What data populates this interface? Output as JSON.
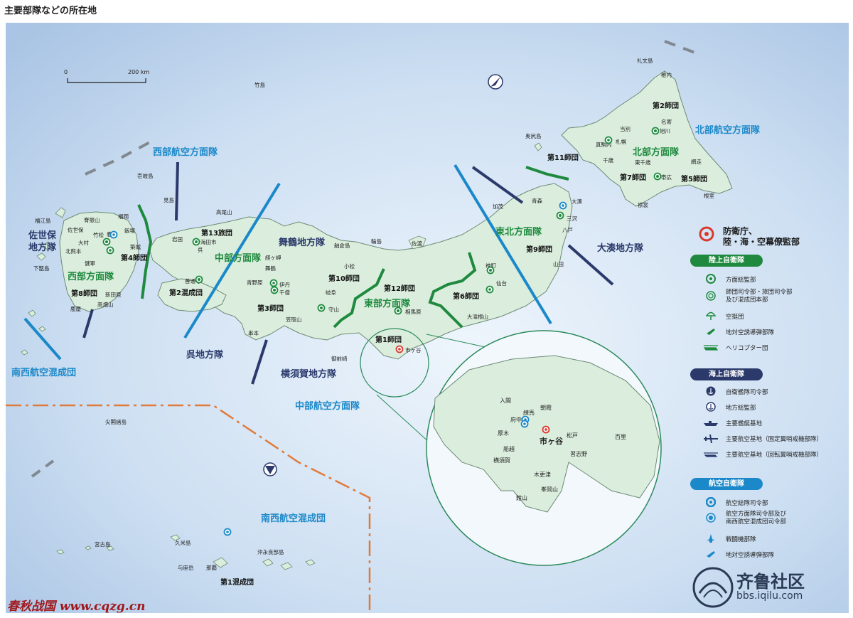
{
  "page_title": "主要部隊などの所在地",
  "scale": {
    "zero": "0",
    "max": "200 km"
  },
  "colors": {
    "sea": "#cfe0f3",
    "land": "#dbeedd",
    "coast": "#6c8a74",
    "gsdf": "#1f8a3f",
    "msdf": "#2b3a6b",
    "asdf": "#1b88c9",
    "boundary": "#e07a3a"
  },
  "regions": {
    "northern_army": "北部方面隊",
    "northeastern_army": "東北方面隊",
    "eastern_army": "東部方面隊",
    "middle_army": "中部方面隊",
    "western_army": "西部方面隊",
    "ominato": "大湊地方隊",
    "maizuru": "舞鶴地方隊",
    "yokosuka": "横須賀地方隊",
    "kure": "呉地方隊",
    "sasebo": "佐世保\n地方隊",
    "northern_air": "北部航空方面隊",
    "western_air": "西部航空方面隊",
    "central_air": "中部航空方面隊",
    "southwest_air_left": "南西航空混成団",
    "southwest_air_center": "南西航空混成団"
  },
  "units": {
    "d2": "第2師団",
    "d5": "第5師団",
    "d7": "第7師団",
    "d11": "第11師団",
    "d9": "第9師団",
    "d6": "第6師団",
    "d12": "第12師団",
    "d1": "第1師団",
    "d10": "第10師団",
    "d3": "第3師団",
    "b13": "第13旅団",
    "d2mixed": "第2混成団",
    "d4": "第4師団",
    "d8": "第8師団",
    "m1": "第1混成団"
  },
  "places": {
    "rebun": "礼文島",
    "wakkanai": "稚内",
    "nayoro": "名寄",
    "asahikawa": "旭川",
    "tobetsu": "当別",
    "makomanai": "真駒内",
    "sapporo": "札幌",
    "chitose": "千歳",
    "higashichitose": "東千歳",
    "obihiro": "帯広",
    "shikaoi": "襟裳",
    "nemuro": "根室",
    "kushiro": "網走",
    "okushiri": "奥尻島",
    "kamo": "加茂",
    "aomori": "青森",
    "ominato_p": "大湊",
    "misawa": "三沢",
    "hachinohe": "八戸",
    "jinmachi": "神町",
    "sendai": "仙台",
    "yamada": "山田",
    "ojojineyama": "大滝根山",
    "sado": "佐渡",
    "wajima": "輪島",
    "komatsu": "小松",
    "soumagahara": "相馬原",
    "ichigaya_map": "市ヶ谷",
    "omaezaki": "御前崎",
    "kyogamisaki": "経ヶ岬",
    "maizuru_p": "舞鶴",
    "aonohara": "青野原",
    "itami": "伊丹",
    "senzo": "千僧",
    "gifu": "岐阜",
    "moriyama": "守山",
    "kasatoriyama": "笠取山",
    "kushimoto": "串本",
    "takaoyama": "高尾山",
    "iwakuni": "岩国",
    "kaitaichi": "海田市",
    "kure_p": "呉",
    "zentsuji": "善通寺",
    "mishima": "見島",
    "iki": "壱岐島",
    "fukue": "福江島",
    "seburiyama": "脊振山",
    "fukuoka": "福岡",
    "sasebo_p": "佐世保",
    "omura": "大村",
    "takeyama": "竹松",
    "kasuga": "春日",
    "iizuka": "飯塚",
    "tsuiki": "築城",
    "kitakumamoto": "北熊本",
    "kengun": "健軍",
    "nyutabaru": "新田原",
    "shimokoshiki": "下甑島",
    "kanoya": "鹿屋",
    "takahatayama": "高畑山",
    "senkaku": "尖閣諸島",
    "miyako": "宮古島",
    "kume": "久米島",
    "yonaguni": "与座岳",
    "naha": "那覇",
    "okinoerabu": "沖永良部島",
    "take": "竹島",
    "hekura": "舳倉島"
  },
  "inset_places": {
    "ichigaya": "市ヶ谷",
    "iruma": "入間",
    "asaka": "朝霞",
    "nerima": "練馬",
    "fuchu": "府中",
    "atsugi": "厚木",
    "funakoshi": "船越",
    "yokosuka": "横須賀",
    "matsudo": "松戸",
    "narashino": "習志野",
    "hyakuri": "百里",
    "kisarazu": "木更津",
    "tateyama": "館山",
    "mineokayama": "峯岡山"
  },
  "legend": {
    "hq_title": "防衛庁、\n陸・海・空幕僚監部",
    "gsdf_title": "陸上自衛隊",
    "gsdf_items": [
      "方面総監部",
      "師団司令部・旅団司令部\n及び混成団本部",
      "空挺団",
      "地対空誘導弾部隊",
      "ヘリコプター団"
    ],
    "msdf_title": "海上自衛隊",
    "msdf_items": [
      "自衛艦隊司令部",
      "地方総監部",
      "主要艦艇基地",
      "主要航空基地（固定翼哨戒機部隊）",
      "主要航空基地（回転翼哨戒機部隊）"
    ],
    "asdf_title": "航空自衛隊",
    "asdf_items": [
      "航空総隊司令部",
      "航空方面隊司令部及び\n南西航空混成団司令部",
      "戦闘機部隊",
      "地対空誘導弾部隊"
    ]
  },
  "watermarks": {
    "left": "春秋战国 www.cqzg.cn",
    "right_1": "齐鲁社区",
    "right_2": "bbs.iqilu.com"
  }
}
